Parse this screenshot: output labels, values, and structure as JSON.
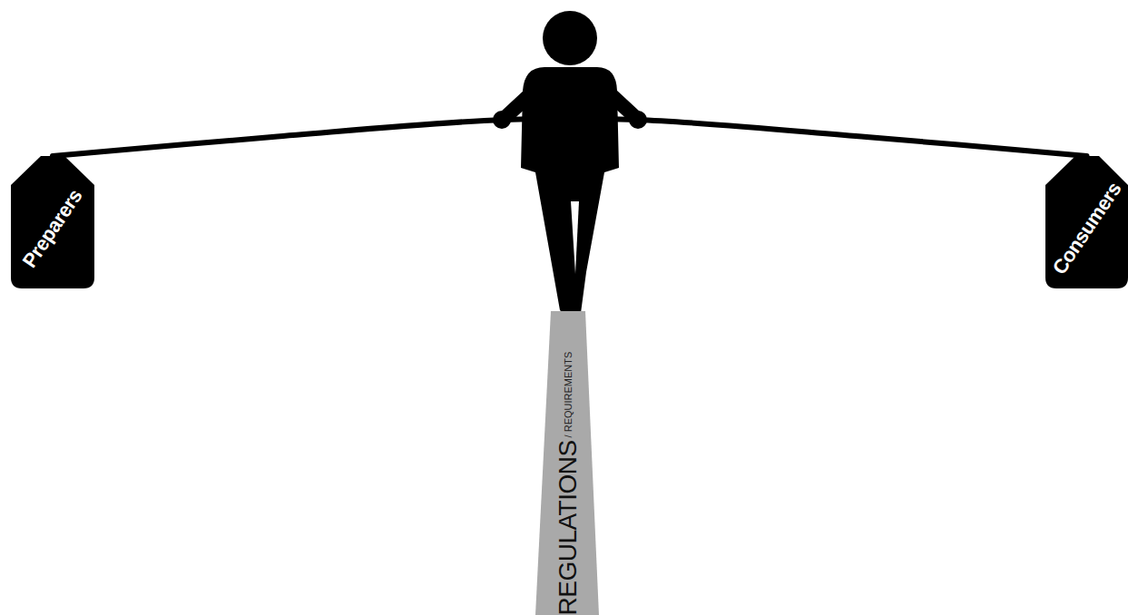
{
  "diagram": {
    "nodes": [
      {
        "text": [
          "Preparers"
        ]
      },
      {
        "text": [
          "Consumers"
        ]
      },
      {
        "text": [
          "REGULATIONS",
          "/ REQUIREMENTS"
        ]
      }
    ],
    "edges": [
      {
        "from": 0,
        "to": 1,
        "arrow": "none"
      }
    ]
  }
}
